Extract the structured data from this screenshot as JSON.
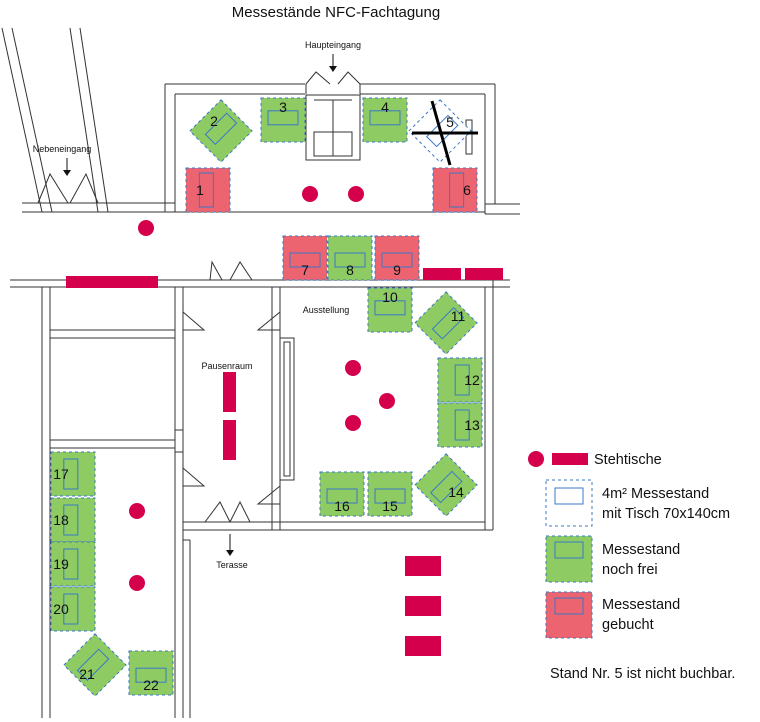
{
  "title": "Messestände NFC-Fachtagung",
  "labels": {
    "haupteingang": "Haupteingang",
    "nebeneingang": "Nebeneingang",
    "ausstellung": "Ausstellung",
    "pausenraum": "Pausenraum",
    "terasse": "Terasse"
  },
  "colors": {
    "free": "#8fcb63",
    "booked": "#ec6470",
    "table": "#d4004c",
    "outline": "#3a78c8"
  },
  "stands": [
    {
      "number": "1",
      "status": "gebucht"
    },
    {
      "number": "2",
      "status": "frei"
    },
    {
      "number": "3",
      "status": "frei"
    },
    {
      "number": "4",
      "status": "frei"
    },
    {
      "number": "5",
      "status": "nicht buchbar"
    },
    {
      "number": "6",
      "status": "gebucht"
    },
    {
      "number": "7",
      "status": "gebucht"
    },
    {
      "number": "8",
      "status": "frei"
    },
    {
      "number": "9",
      "status": "gebucht"
    },
    {
      "number": "10",
      "status": "frei"
    },
    {
      "number": "11",
      "status": "frei"
    },
    {
      "number": "12",
      "status": "frei"
    },
    {
      "number": "13",
      "status": "frei"
    },
    {
      "number": "14",
      "status": "frei"
    },
    {
      "number": "15",
      "status": "frei"
    },
    {
      "number": "16",
      "status": "frei"
    },
    {
      "number": "17",
      "status": "frei"
    },
    {
      "number": "18",
      "status": "frei"
    },
    {
      "number": "19",
      "status": "frei"
    },
    {
      "number": "20",
      "status": "frei"
    },
    {
      "number": "21",
      "status": "frei"
    },
    {
      "number": "22",
      "status": "frei"
    }
  ],
  "legend": {
    "stehtische": "Stehtische",
    "stand_line1": "4m² Messestand",
    "stand_line2": "mit Tisch 70x140cm",
    "free_line1": "Messestand",
    "free_line2": "noch frei",
    "booked_line1": "Messestand",
    "booked_line2": "gebucht"
  },
  "note": "Stand Nr. 5 ist nicht buchbar."
}
